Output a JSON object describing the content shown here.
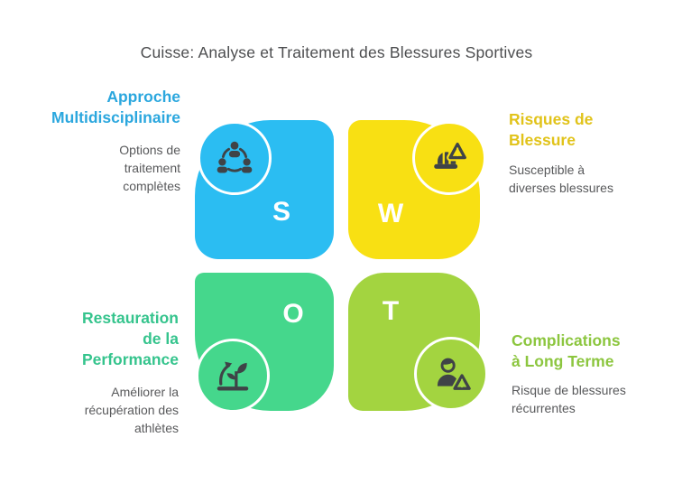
{
  "title": "Cuisse: Analyse et Traitement des Blessures Sportives",
  "diagram_type": "SWOT petal infographic",
  "colors": {
    "background": "#FFFFFF",
    "title_text": "#4C4D4F",
    "description_text": "#58595B",
    "letter_text": "#FFFFFF",
    "icon_glyph": "#3F4347",
    "circle_ring": "#FFFFFF"
  },
  "quadrants": [
    {
      "key": "strengths",
      "letter": "S",
      "heading": "Approche\nMultidisciplinaire",
      "description": "Options de\ntraitement\ncomplètes",
      "petal_color": "#2BBDF2",
      "heading_color": "#2BA7DE",
      "icon": "team-network-icon"
    },
    {
      "key": "weaknesses",
      "letter": "W",
      "heading": "Risques de\nBlessure",
      "description": "Susceptible à\ndiverses blessures",
      "petal_color": "#F8E013",
      "heading_color": "#E1C31A",
      "icon": "hardhat-warning-icon"
    },
    {
      "key": "opportunities",
      "letter": "O",
      "heading": "Restauration\nde la\nPerformance",
      "description": "Améliorer la\nrécupération des\nathlètes",
      "petal_color": "#45D78C",
      "heading_color": "#35C48D",
      "icon": "sprout-growth-icon"
    },
    {
      "key": "threats",
      "letter": "T",
      "heading": "Complications\nà Long Terme",
      "description": "Risque de blessures\nrécurrentes",
      "petal_color": "#A3D440",
      "heading_color": "#8CC63F",
      "icon": "person-alert-icon"
    }
  ]
}
